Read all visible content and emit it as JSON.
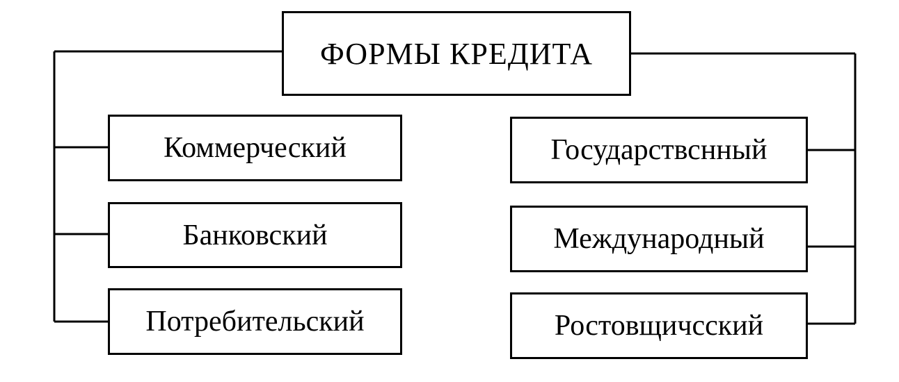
{
  "diagram": {
    "root": {
      "label": "ФОРМЫ КРЕДИТА"
    },
    "left_branch": [
      {
        "label": "Коммерческий"
      },
      {
        "label": "Банковский"
      },
      {
        "label": "Потребительский"
      }
    ],
    "right_branch": [
      {
        "label": "Государствснный"
      },
      {
        "label": "Международный"
      },
      {
        "label": "Ростовщичсский"
      }
    ]
  }
}
